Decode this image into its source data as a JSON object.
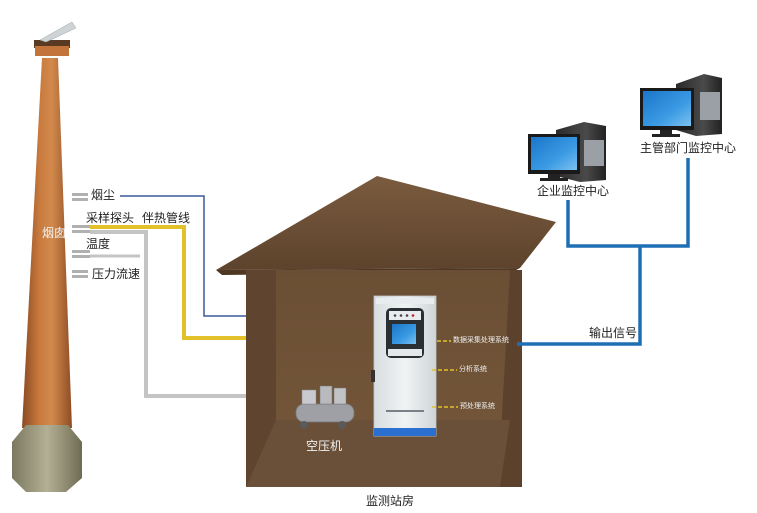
{
  "diagram": {
    "chimney": {
      "label": "烟囱",
      "probes": {
        "dust": "烟尘",
        "sampling_probe": "采样探头",
        "heated_line": "伴热管线",
        "temperature": "温度",
        "pressure_flow": "压力流速"
      }
    },
    "station": {
      "label": "监测站房",
      "compressor": "空压机",
      "cabinet_systems": [
        "数据采集处理系统",
        "分析系统",
        "预处理系统"
      ]
    },
    "output": {
      "label": "输出信号"
    },
    "centers": {
      "enterprise": "企业监控中心",
      "authority": "主管部门监控中心"
    },
    "colors": {
      "signal_line": "#1f6fb5",
      "heated_line": "#e2c12a",
      "gas_pipe": "#c9c9c9",
      "dust_line": "#3a5a9a",
      "house_wall": "#6e5136",
      "house_roof": "#6a4e36",
      "chimney": "#b8692f"
    }
  }
}
